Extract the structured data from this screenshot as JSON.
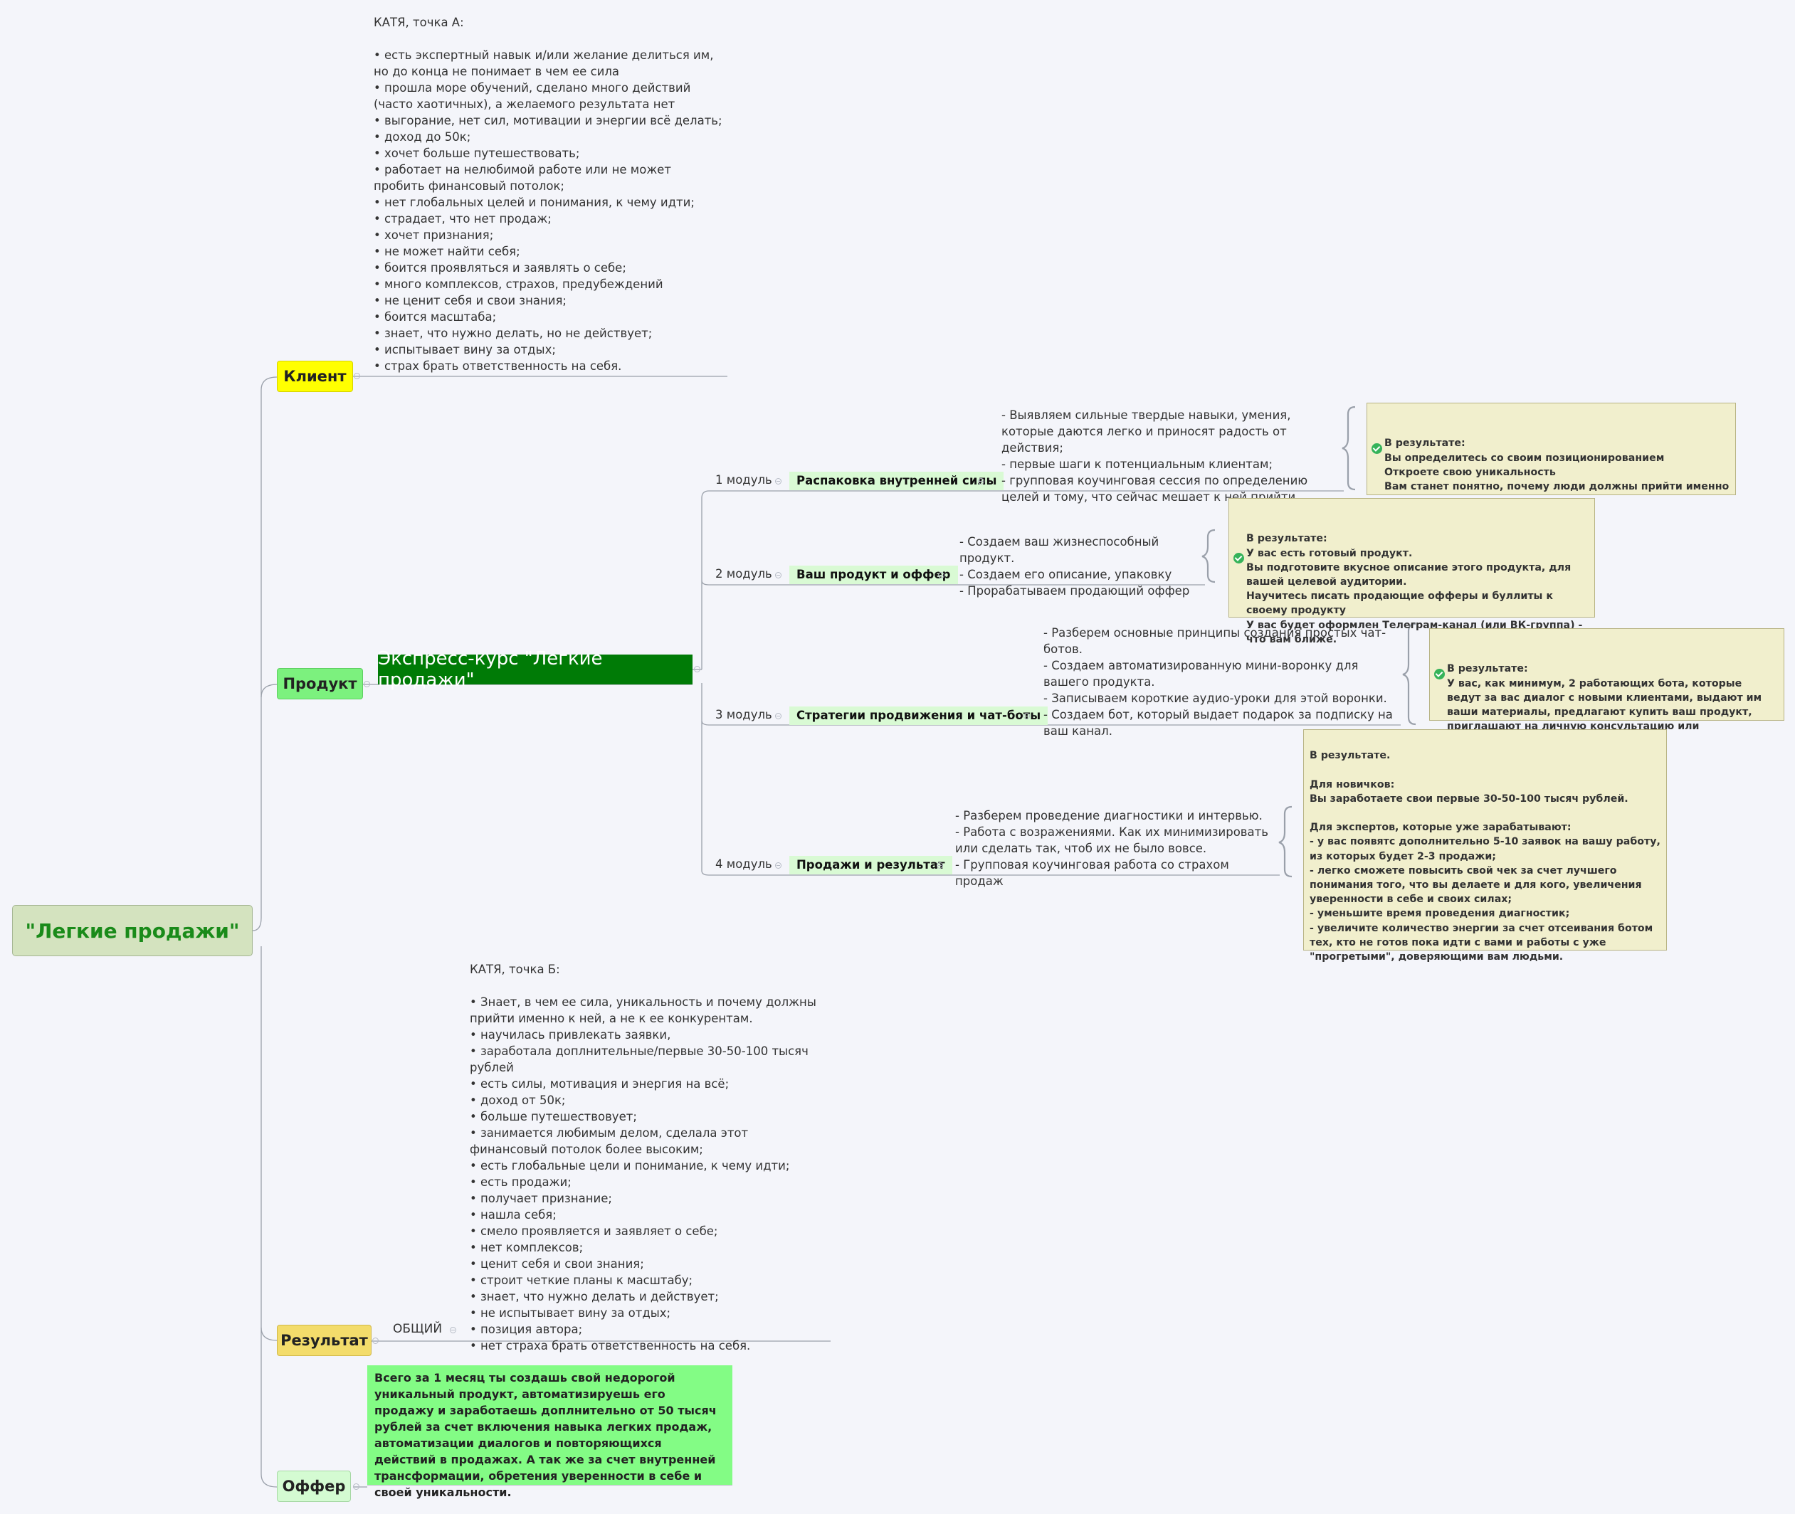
{
  "root": {
    "label": "\"Легкие продажи\""
  },
  "client": {
    "label": "Клиент",
    "heading": "КАТЯ, точка А:",
    "items": [
      "• есть экспертный навык и/или желание делиться им, но до конца не понимает в чем ее сила",
      "• прошла море обучений, сделано много действий (часто хаотичных), а желаемого результата нет",
      "• выгорание, нет сил, мотивации и энергии всё делать;",
      "• доход до 50к;",
      "• хочет больше путешествовать;",
      "• работает на нелюбимой работе или не может пробить финансовый потолок;",
      "• нет глобальных целей и понимания, к чему идти;",
      "• страдает, что нет продаж;",
      "• хочет признания;",
      "• не может найти себя;",
      "• боится проявляться и заявлять о себе;",
      "• много комплексов, страхов, предубеждений",
      "• не ценит себя и свои знания;",
      "• боится масштаба;",
      "• знает, что нужно делать, но не действует;",
      "• испытывает вину за отдых;",
      "• страх брать ответственность на себя."
    ]
  },
  "product": {
    "label": "Продукт",
    "course": "Экспресс-курс \"Легкие продажи\"",
    "modules": [
      {
        "num": "1 модуль",
        "title": "Распаковка внутренней силы",
        "details": "- Выявляем сильные твердые навыки, умения, которые даются легко и приносят радость от действия;\n- первые шаги к потенциальным клиентам;\n- групповая коучинговая сессия по определению целей и тому, что сейчас мешает к ней прийти",
        "result": "В результате:\nВы определитесь со своим позиционированием\nОткроете свою уникальность\nВам станет понятно, почему люди должны прийти именно к вам.\nПрокачаете свою уверенность.\nНачнете действовать!"
      },
      {
        "num": "2 модуль",
        "title": "Ваш продукт и оффер",
        "details": "- Создаем ваш жизнеспособный продукт.\n- Создаем его описание, упаковку\n- Прорабатываем продающий оффер",
        "result": "В результате:\nУ вас есть готовый продукт.\nВы подготовите вкусное описание этого продукта, для вашей целевой аудитории.\nНаучитесь писать продающие офферы и буллиты к своему продукту\nУ вас будет оформлен Телеграм-канал (или ВК-группа) - что вам ближе."
      },
      {
        "num": "3 модуль",
        "title": "Стратегии продвижения и чат-боты",
        "details": "- Разберем основные принципы создания простых чат-ботов.\n- Создаем автоматизированную мини-воронку для вашего продукта.\n- Записываем короткие аудио-уроки для этой воронки.\n- Создаем бот, который выдает подарок за подписку на ваш канал.",
        "result": "В результате:\nУ вас, как минимум, 2 работающих бота, которые ведут за вас диалог с новыми клиентами, выдают им ваши материалы, предлагают купить ваш продукт, приглашают на личную консультацию или диагностику."
      },
      {
        "num": "4 модуль",
        "title": "Продажи и результат",
        "details": "- Разберем проведение диагностики и интервью.\n- Работа с возражениями. Как их минимизировать или сделать так, чтоб их не было вовсе.\n- Групповая коучинговая работа со страхом продаж",
        "result": "В результате.\n\nДля новичков:\nВы заработаете свои первые 30-50-100 тысяч рублей.\n\nДля экспертов, которые уже зарабатывают:\n- у вас появятс дополнительно 5-10 заявок на вашу работу, из которых будет 2-3 продажи;\n- легко сможете повысить свой чек за счет лучшего понимания того, что вы делаете и для кого, увеличения уверенности в себе и своих силах;\n- уменьшите время проведения диагностик;\n- увеличите количество энергии за счет отсеивания ботом тех, кто не готов пока идти с вами и работы с уже \"прогретыми\", доверяющими вам людьми."
      }
    ]
  },
  "result": {
    "label": "Результат",
    "sublabel": "ОБЩИЙ",
    "heading": "КАТЯ, точка Б:",
    "items": [
      "• Знает, в чем ее сила, уникальность и почему должны прийти именно к ней, а не к ее конкурентам.",
      "• научилась привлекать заявки,",
      "• заработала доплнительные/первые 30-50-100 тысяч рублей",
      "• есть силы, мотивация и энергия на всё;",
      "• доход от 50к;",
      "• больше путешествовует;",
      "• занимается любимым делом, сделала этот финансовый потолок более высоким;",
      "• есть глобальные цели и понимание, к чему идти;",
      "• есть продажи;",
      "• получает признание;",
      "• нашла себя;",
      "• смело проявляется и заявляет о себе;",
      "• нет комплексов;",
      "• ценит себя и свои знания;",
      "• строит четкие планы к масштабу;",
      "• знает, что нужно делать и действует;",
      "• не испытывает вину за отдых;",
      "• позиция автора;",
      "• нет страха брать ответственность на себя."
    ]
  },
  "offer": {
    "label": "Оффер",
    "text": "Всего за 1 месяц ты создашь свой недорогой уникальный продукт, автоматизируешь его продажу и заработаешь доплнительно от 50 тысяч рублей за счет включения навыка легких продаж, автоматизации диалогов и повторяющихся действий в продажах. А так же за счет внутренней трансформации, обретения уверенности в себе и своей уникальности."
  },
  "colors": {
    "root_fill": "#d4e3bf",
    "root_text": "#1a8b1a",
    "client_fill": "#ffff00",
    "product_fill": "#7cf17e",
    "result_fill": "#f3dc6b",
    "offer_fill": "#d4fbd2",
    "course_fill": "#007b06",
    "module_fill": "#d9fad4",
    "result_box_fill": "#f1efcd",
    "offer_box_fill": "#83fc85"
  }
}
